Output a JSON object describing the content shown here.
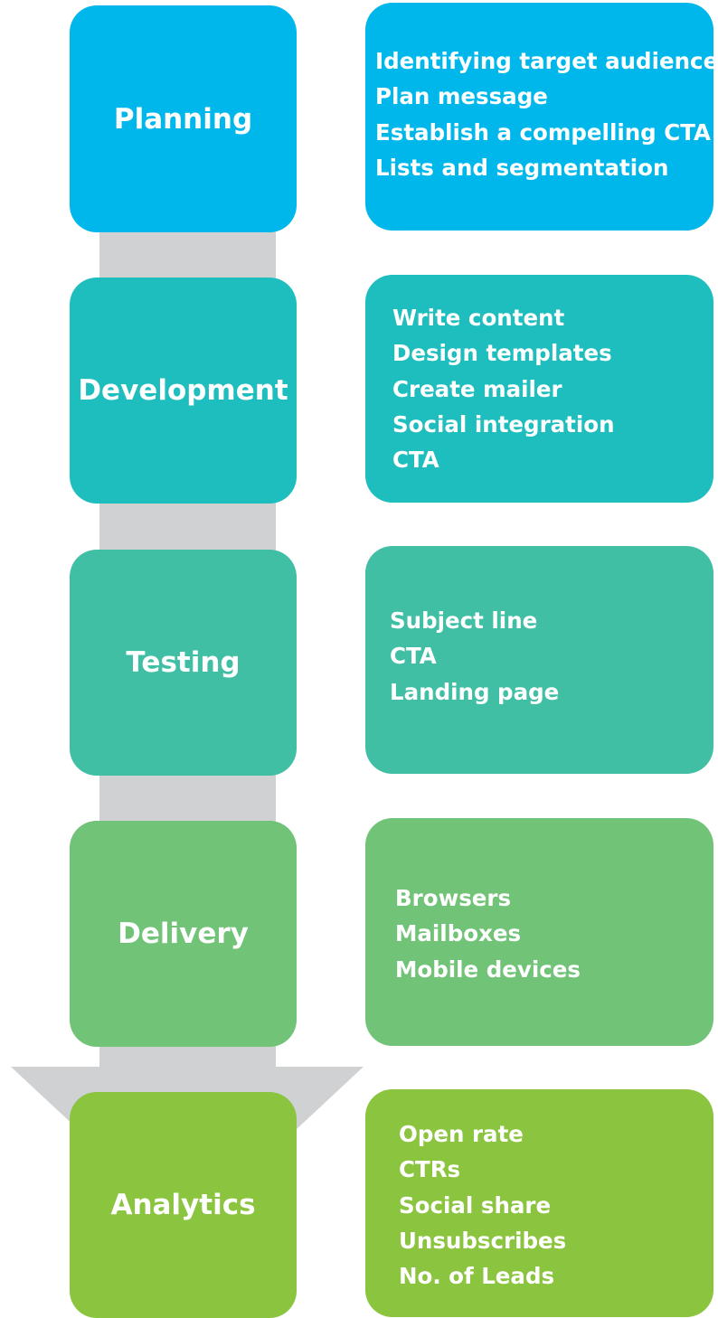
{
  "stages": [
    {
      "label": "Planning",
      "color": "#00b7eb",
      "items": [
        "Identifying target audience",
        "Plan message",
        "Establish a compelling CTA",
        "Lists and segmentation"
      ]
    },
    {
      "label": "Development",
      "color": "#1ebdbe",
      "items": [
        "Write content",
        "Design templates",
        "Create mailer",
        "Social integration",
        "CTA"
      ]
    },
    {
      "label": "Testing",
      "color": "#41bfa5",
      "items": [
        "Subject line",
        "CTA",
        "Landing page"
      ]
    },
    {
      "label": "Delivery",
      "color": "#71c378",
      "items": [
        "Browsers",
        "Mailboxes",
        "Mobile devices"
      ]
    },
    {
      "label": "Analytics",
      "color": "#8bc43f",
      "items": [
        "Open rate",
        "CTRs",
        "Social share",
        "Unsubscribes",
        "No. of Leads"
      ]
    }
  ],
  "arrow_color": "#cfd1d3"
}
